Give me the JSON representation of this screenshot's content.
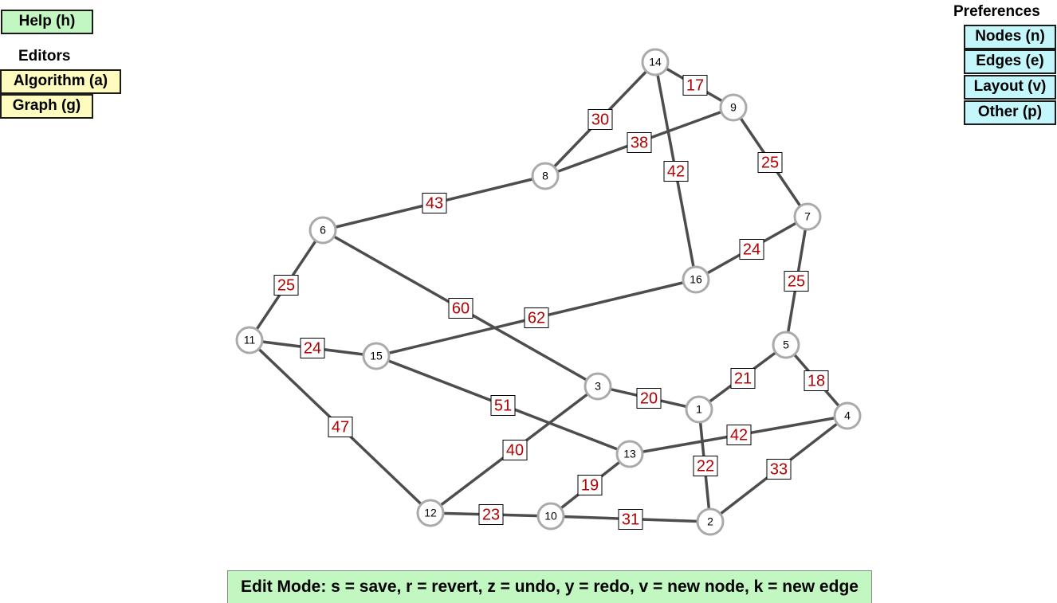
{
  "help_button": "Help (h)",
  "editors": {
    "heading": "Editors",
    "algorithm_button": "Algorithm (a)",
    "graph_button": "Graph (g)"
  },
  "preferences": {
    "heading": "Preferences",
    "nodes_button": "Nodes (n)",
    "edges_button": "Edges (e)",
    "layout_button": "Layout (v)",
    "other_button": "Other (p)"
  },
  "status_bar": "Edit Mode: s = save, r = revert, z = undo, y = redo, v = new node, k = new edge",
  "colors": {
    "node_fill": "#ffffff",
    "node_stroke": "#aaaaaa",
    "edge_stroke": "#4d4d4d",
    "weight_text": "#b30000"
  },
  "graph": {
    "nodes": [
      {
        "id": "1"
      },
      {
        "id": "2"
      },
      {
        "id": "3"
      },
      {
        "id": "4"
      },
      {
        "id": "5"
      },
      {
        "id": "6"
      },
      {
        "id": "7"
      },
      {
        "id": "8"
      },
      {
        "id": "9"
      },
      {
        "id": "10"
      },
      {
        "id": "11"
      },
      {
        "id": "12"
      },
      {
        "id": "13"
      },
      {
        "id": "14"
      },
      {
        "id": "15"
      },
      {
        "id": "16"
      }
    ],
    "edges": [
      {
        "from": "14",
        "to": "9",
        "weight": "17"
      },
      {
        "from": "14",
        "to": "8",
        "weight": "30"
      },
      {
        "from": "14",
        "to": "16",
        "weight": "42"
      },
      {
        "from": "8",
        "to": "9",
        "weight": "38"
      },
      {
        "from": "9",
        "to": "7",
        "weight": "25"
      },
      {
        "from": "6",
        "to": "8",
        "weight": "43"
      },
      {
        "from": "16",
        "to": "7",
        "weight": "24"
      },
      {
        "from": "6",
        "to": "11",
        "weight": "25"
      },
      {
        "from": "7",
        "to": "5",
        "weight": "25"
      },
      {
        "from": "6",
        "to": "3",
        "weight": "60"
      },
      {
        "from": "15",
        "to": "16",
        "weight": "62"
      },
      {
        "from": "11",
        "to": "15",
        "weight": "24"
      },
      {
        "from": "1",
        "to": "5",
        "weight": "21"
      },
      {
        "from": "5",
        "to": "4",
        "weight": "18"
      },
      {
        "from": "3",
        "to": "1",
        "weight": "20"
      },
      {
        "from": "15",
        "to": "13",
        "weight": "51"
      },
      {
        "from": "11",
        "to": "12",
        "weight": "47"
      },
      {
        "from": "13",
        "to": "4",
        "weight": "42"
      },
      {
        "from": "12",
        "to": "3",
        "weight": "40"
      },
      {
        "from": "1",
        "to": "2",
        "weight": "22"
      },
      {
        "from": "2",
        "to": "4",
        "weight": "33"
      },
      {
        "from": "10",
        "to": "13",
        "weight": "19"
      },
      {
        "from": "12",
        "to": "10",
        "weight": "23"
      },
      {
        "from": "10",
        "to": "2",
        "weight": "31"
      }
    ]
  }
}
